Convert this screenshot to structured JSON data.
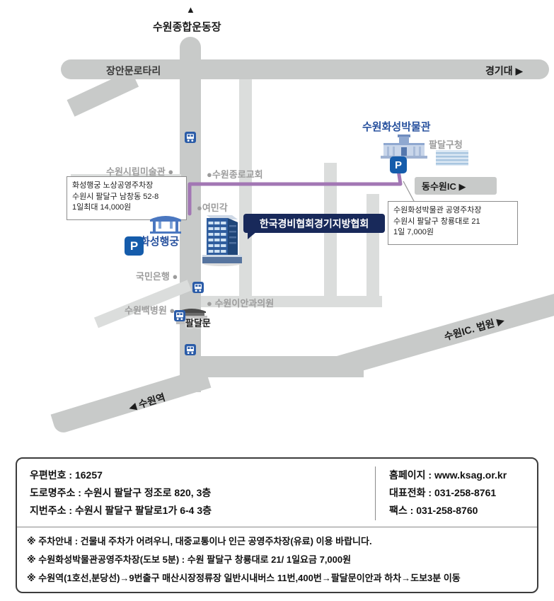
{
  "map": {
    "north_arrow": "▲",
    "north_label": "수원종합운동장",
    "road_labels": {
      "jangan_rotary": "장안문로타리",
      "gyeonggi_univ": "경기대 ▶",
      "dongsuwon_ic": "동수원IC ▶",
      "suwon_ic_court": "수원IC. 법원 ▶",
      "suwon_station": "◀ 수원역"
    },
    "landmarks": {
      "museum": "수원화성박물관",
      "district_office": "팔달구청",
      "art_museum": "수원시립미술관 ●",
      "jongno_church": "●수원종로교회",
      "yeomingak": "●여민각",
      "kb_bank": "국민은행 ●",
      "eye_clinic": "● 수원이안과의원",
      "baek_hospital": "수원백병원 ●",
      "paldalmun": "팔달문",
      "hwaseong_haenggung": "화성행궁"
    },
    "destination_badge": "한국경비협회경기지방협회",
    "parking_sign": "P",
    "parking_box_left": {
      "line1": "화성행궁 노상공영주차장",
      "line2": "수원시 팔달구 남창동 52-8",
      "line3": "1일최대 14,000원"
    },
    "parking_box_right": {
      "line1": "수원화성박물관 공영주차장",
      "line2": "수원시 팔달구 창룡대로 21",
      "line3": "1일 7,000원"
    },
    "colors": {
      "route_purple": "#a277b4",
      "road_gray": "#c8cac9",
      "parking_blue": "#155cab",
      "badge_navy": "#18295a",
      "landmark_blue": "#27519e"
    }
  },
  "info_panel": {
    "left": {
      "postal": "우편번호 : 16257",
      "road_address": "도로명주소 : 수원시 팔달구 정조로 820, 3층",
      "lot_address": "지번주소 : 수원시 팔달구 팔달로1가 6-4 3층"
    },
    "right": {
      "homepage": "홈페이지 : www.ksag.or.kr",
      "phone": "대표전화 : 031-258-8761",
      "fax": "팩스 : 031-258-8760"
    },
    "notes": [
      "※ 주차안내 : 건물내 주차가 어려우니, 대중교통이나 인근 공영주차장(유료) 이용 바랍니다.",
      "※ 수원화성박물관공영주차장(도보 5분) : 수원 팔달구 창룡대로 21/ 1일요금 7,000원",
      "※ 수원역(1호선,분당선)→9번출구 매산시장정류장 일반시내버스 11번,400번→팔달문이안과 하차→도보3분 이동"
    ]
  }
}
